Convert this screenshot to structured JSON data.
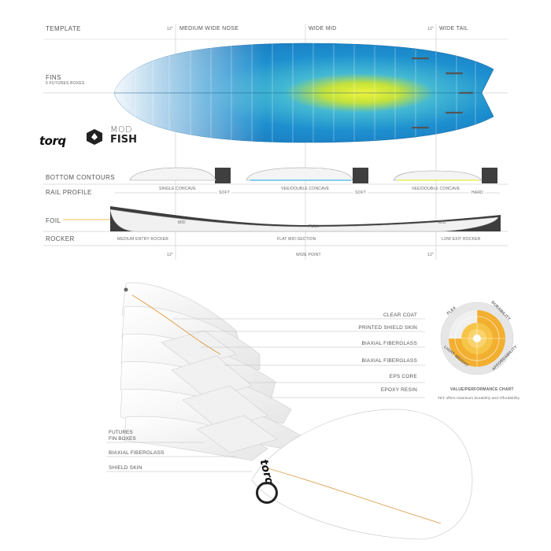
{
  "template": {
    "label": "TEMPLATE",
    "marks": {
      "nose_dist": "12\"",
      "nose_label": "MEDIUM WIDE NOSE",
      "mid_label": "WIDE MID",
      "tail_dist": "12\"",
      "tail_label": "WIDE TAIL"
    }
  },
  "fins": {
    "label": "FINS",
    "sub": "5 FUTURES BOXES"
  },
  "branding": {
    "logo": "torq",
    "model_top": "MOD",
    "model_bottom": "FISH"
  },
  "bottom_contours": {
    "label": "BOTTOM  CONTOURS",
    "items": [
      "SINGLE CONCAVE",
      "VEE/DOUBLE CONCAVE",
      "VEE/DOUBLE CONCAVE"
    ]
  },
  "rail_profile": {
    "label": "RAIL PROFILE",
    "values": [
      "SOFT",
      "SOFT",
      "HARD"
    ]
  },
  "foil": {
    "label": "FOIL",
    "values": [
      "MID",
      "FULL",
      "MID"
    ]
  },
  "rocker": {
    "label": "ROCKER",
    "values": [
      "MEDIUM ENTRY ROCKER",
      "FLAT MID-SECTION",
      "LOW EXIT ROCKER"
    ],
    "bottom_marks": [
      "12\"",
      "WIDE POINT",
      "12\""
    ]
  },
  "construction": {
    "right_callouts": [
      "CLEAR COAT",
      "PRINTED SHIELD SKIN",
      "BIAXIAL FIBERGLASS",
      "BIAXIAL FIBERGLASS",
      "EPS CORE",
      "EPOXY RESIN"
    ],
    "left_callouts": [
      "FUTURES\nFIN BOXES",
      "BIAXIAL FIBERGLASS",
      "SHIELD SKIN"
    ],
    "deck_logo": "torq"
  },
  "performance_chart": {
    "axes": [
      "FLEX",
      "DURABILITY",
      "AFFORDABILITY",
      "LIGHT WEIGHT"
    ],
    "title": "VALUE/PERFORMANCE CHART",
    "caption": "TET offers maximum Durability and Affordability",
    "colors": {
      "outer": "#e3e3e3",
      "ring": "#f2a71b",
      "core": "#f6c547",
      "highlight": "#ffffff"
    }
  },
  "colors": {
    "board_blue": "#1f8fd0",
    "board_cyan": "#3ab5e6",
    "board_yellow": "#e3ef3a",
    "stringer": "#d9a04a",
    "rail_dark": "#3b3b3b"
  }
}
